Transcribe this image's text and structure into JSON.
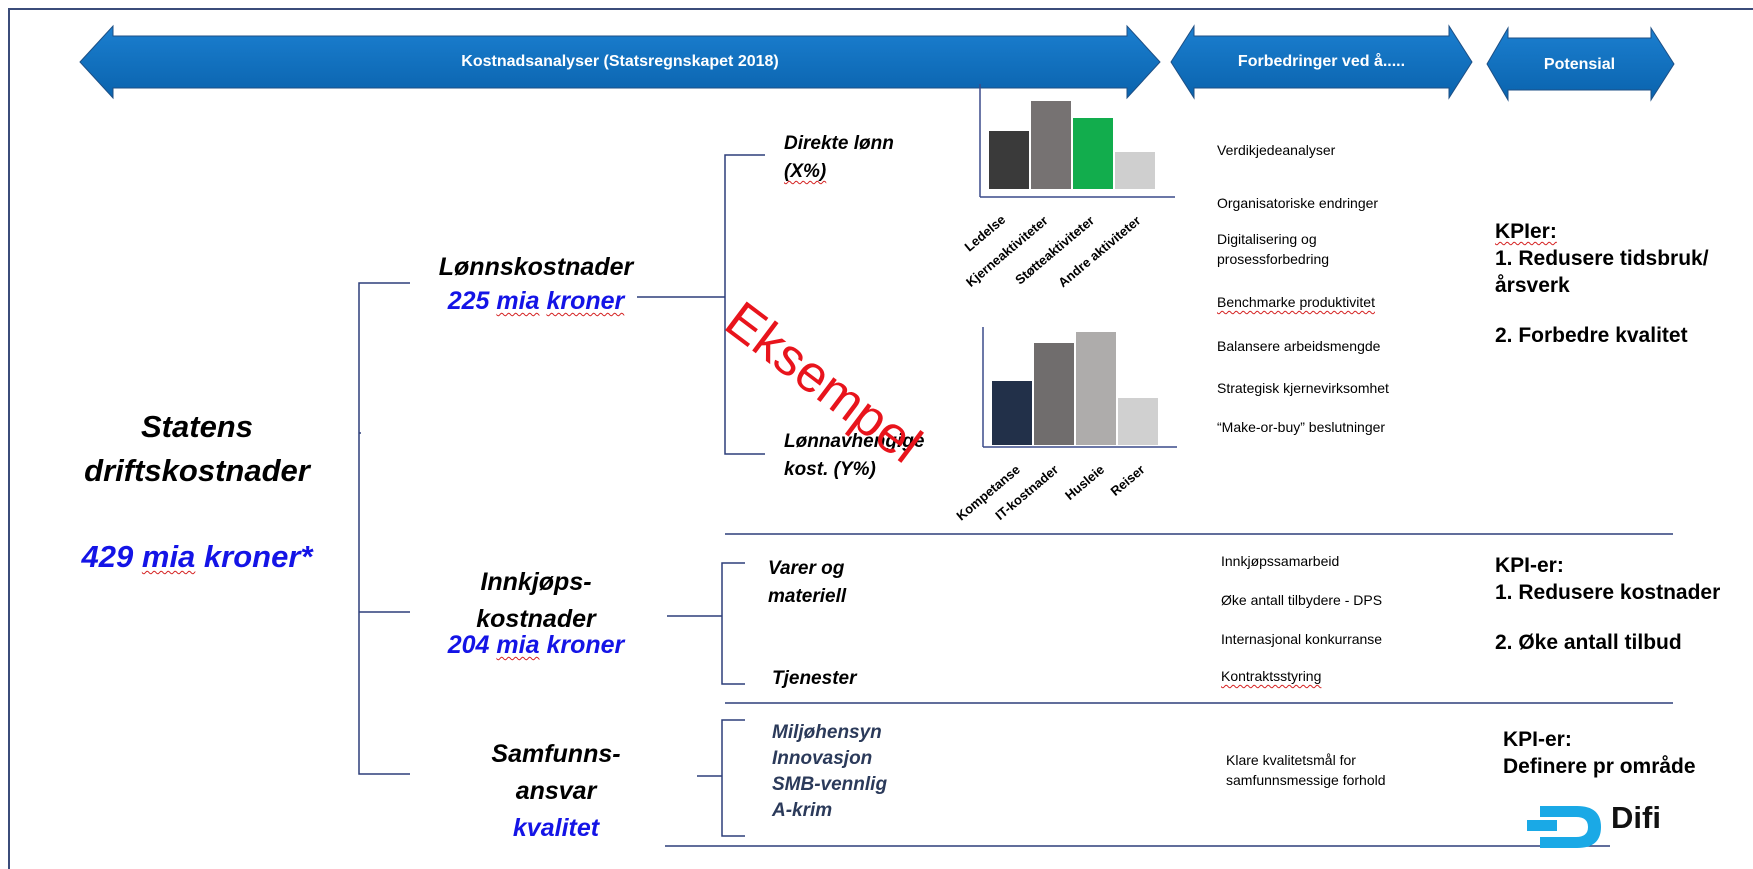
{
  "banners": {
    "cost_analysis": "Kostnadsanalyser (Statsregnskapet 2018)",
    "improvements": "Forbedringer ved å.....",
    "potential": "Potensial"
  },
  "root": {
    "title_line1": "Statens",
    "title_line2": "driftskostnader",
    "amount_num": "429",
    "amount_mia": "mia",
    "amount_rest": "kroner*"
  },
  "salary": {
    "title": "Lønnskostnader",
    "amount_num": "225",
    "amount_mia": "mia",
    "amount_rest": "kroner",
    "sub1_line1": "Direkte lønn",
    "sub1_line2": "(X%)",
    "sub2_line1": "Lønnavhengige",
    "sub2_line2": "kost. (Y%)"
  },
  "example_label": "Eksempel",
  "procurement": {
    "title_line1": "Innkjøps-",
    "title_line2": "kostnader",
    "amount_num": "204",
    "amount_mia": "mia",
    "amount_rest": "kroner",
    "sub1_line1": "Varer og",
    "sub1_line2": "materiell",
    "sub2": "Tjenester"
  },
  "social": {
    "title_line1": "Samfunns-",
    "title_line2": "ansvar",
    "title_line3": "kvalitet",
    "items": [
      "Miljøhensyn",
      "Innovasjon",
      "SMB-vennlig",
      "A-krim"
    ]
  },
  "improvements_salary": [
    "Verdikjedeanalyser",
    "Organisatoriske endringer",
    "Digitalisering og",
    "prosessforbedring",
    "Benchmarke produktivitet",
    "Balansere arbeidsmengde",
    "Strategisk kjernevirksomhet",
    "“Make-or-buy” beslutninger"
  ],
  "improvements_procurement": [
    "Innkjøpssamarbeid",
    "Øke antall tilbydere - DPS",
    "Internasjonal konkurranse",
    "Kontraktsstyring"
  ],
  "improvements_social": [
    "Klare kvalitetsmål for",
    "samfunnsmessige forhold"
  ],
  "kpi_salary": {
    "heading": "KPIer:",
    "lines": [
      "1. Redusere tidsbruk/",
      "årsverk",
      "2. Forbedre kvalitet"
    ]
  },
  "kpi_procurement": {
    "heading": "KPI-er:",
    "lines": [
      "1.  Redusere kostnader",
      "2.  Øke antall tilbud"
    ]
  },
  "kpi_social": {
    "heading": "KPI-er:",
    "line": "Definere pr område"
  },
  "logo_text": "Difi",
  "colors": {
    "arrow_fill": "#0a6ec0",
    "tree_line": "#2d3f7a",
    "amount_blue": "#1414e6",
    "example_red": "#e8141c"
  },
  "chart_data": [
    {
      "type": "bar",
      "categories": [
        "Ledelse",
        "Kjerneaktiviteter",
        "Støtteaktiviteter",
        "Andre aktiviteter"
      ],
      "values": [
        58,
        88,
        71,
        37
      ],
      "colors": [
        "#3a3a3a",
        "#767272",
        "#12ad4d",
        "#cfcfcf"
      ],
      "ylim": [
        0,
        100
      ],
      "grid": false
    },
    {
      "type": "bar",
      "categories": [
        "Kompetanse",
        "IT-kostnader",
        "Husleie",
        "Reiser"
      ],
      "values": [
        64,
        102,
        113,
        47
      ],
      "colors": [
        "#223049",
        "#706d6d",
        "#aeacab",
        "#d0d0d0"
      ],
      "ylim": [
        0,
        120
      ],
      "grid": false
    }
  ]
}
